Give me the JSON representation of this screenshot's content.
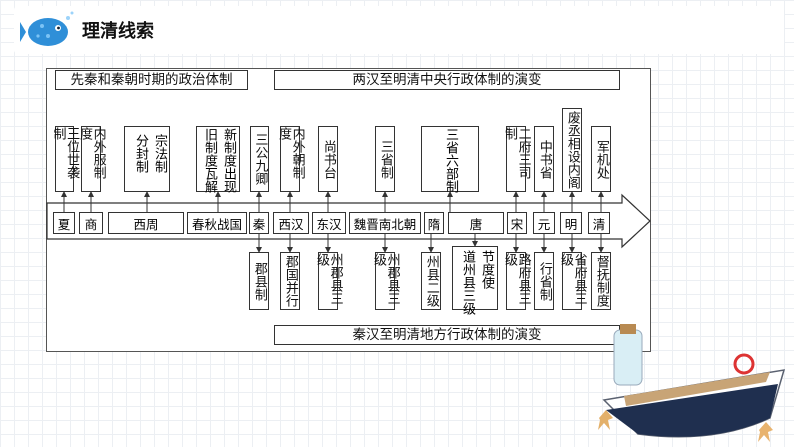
{
  "title": "理清线索",
  "headers": {
    "pre_qin": "先秦和秦朝时期的政治体制",
    "central": "两汉至明清中央行政体制的演变",
    "local": "秦汉至明清地方行政体制的演变"
  },
  "eras": [
    "夏",
    "商",
    "西周",
    "春秋战国",
    "秦",
    "西汉",
    "东汉",
    "魏晋南北朝",
    "隋",
    "唐",
    "宋",
    "元",
    "明",
    "清"
  ],
  "top_boxes": [
    "王位世袭制",
    "内外服制度",
    "分封制",
    "宗法制",
    "旧制度瓦解",
    "新制度出现",
    "三公九卿",
    "内外朝制度",
    "尚书台",
    "三省制",
    "三省六部制",
    "二府三司制",
    "中书省",
    "废丞相设内阁",
    "军机处"
  ],
  "bottom_boxes": [
    "郡县制",
    "郡国并行",
    "州郡县三级",
    "州郡县三级",
    "州县二级",
    "道州县三级",
    "节度使",
    "路府县三级",
    "行省制",
    "省府县三级",
    "督抚制度"
  ]
}
